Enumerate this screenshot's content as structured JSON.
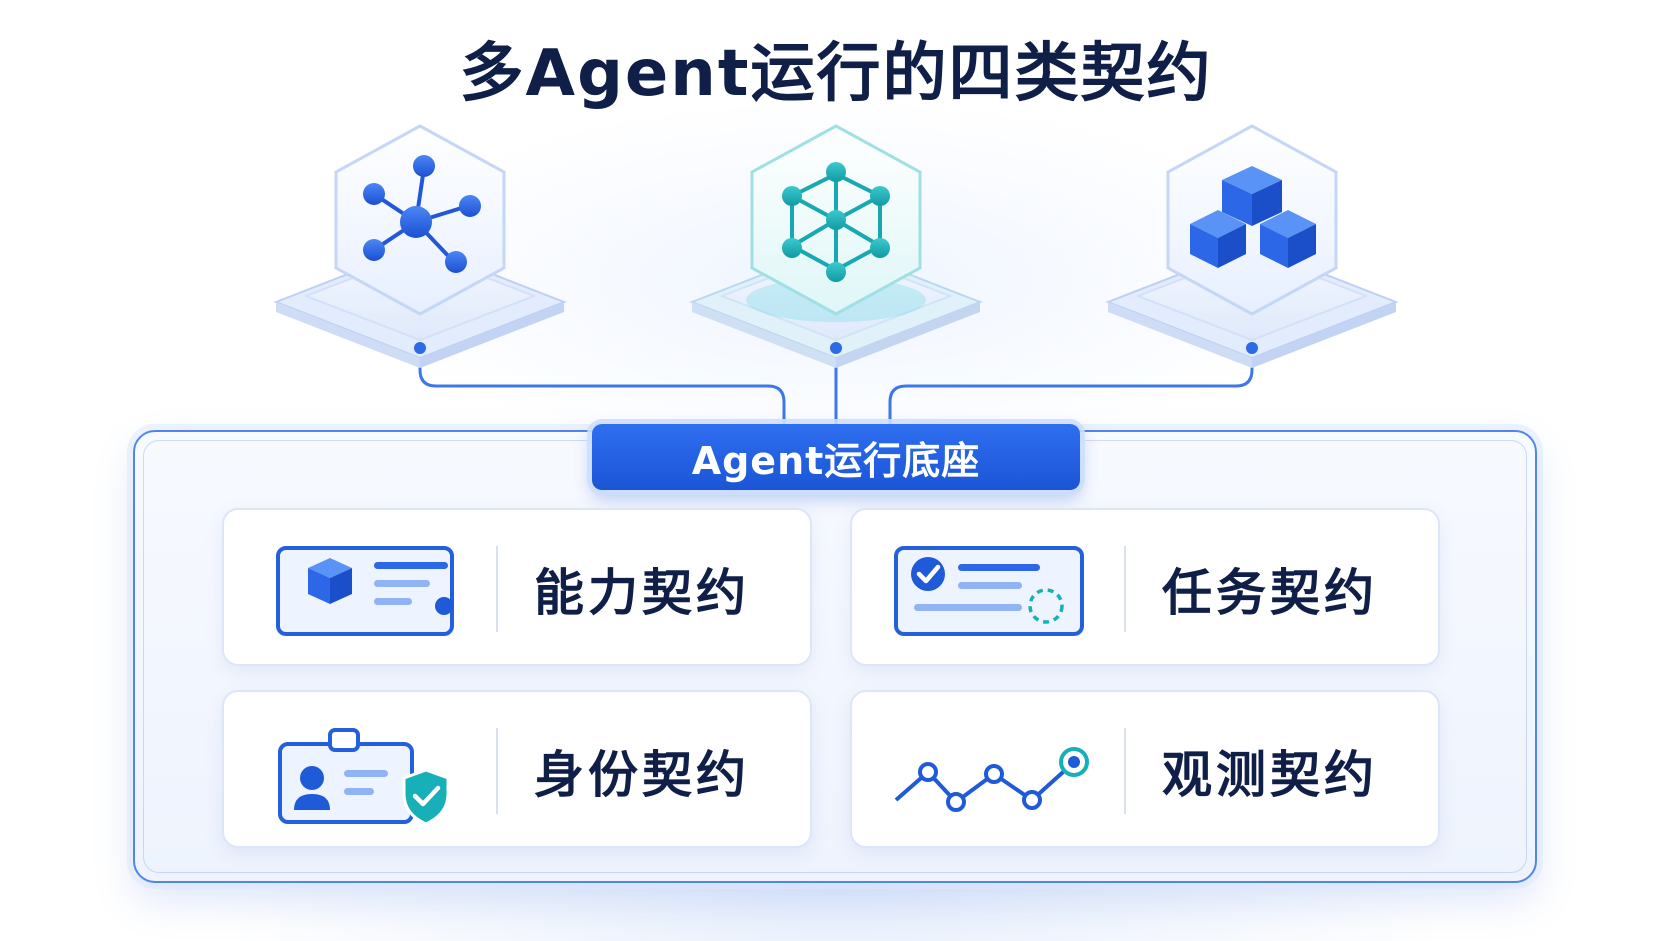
{
  "title": "多Agent运行的四类契约",
  "platform": {
    "label": "Agent运行底座"
  },
  "agents": [
    {
      "icon": "network-hub-icon"
    },
    {
      "icon": "mesh-graph-icon"
    },
    {
      "icon": "stacked-cubes-icon"
    }
  ],
  "contracts": [
    {
      "label": "能力契约",
      "icon": "capability-card-icon"
    },
    {
      "label": "任务契约",
      "icon": "task-checklist-icon"
    },
    {
      "label": "身份契约",
      "icon": "identity-badge-icon"
    },
    {
      "label": "观测契约",
      "icon": "observability-line-icon"
    }
  ],
  "colors": {
    "primary": "#1b55d6",
    "accent_teal": "#17b0b8",
    "title": "#0f1f47",
    "card_border": "#dde6f7"
  }
}
